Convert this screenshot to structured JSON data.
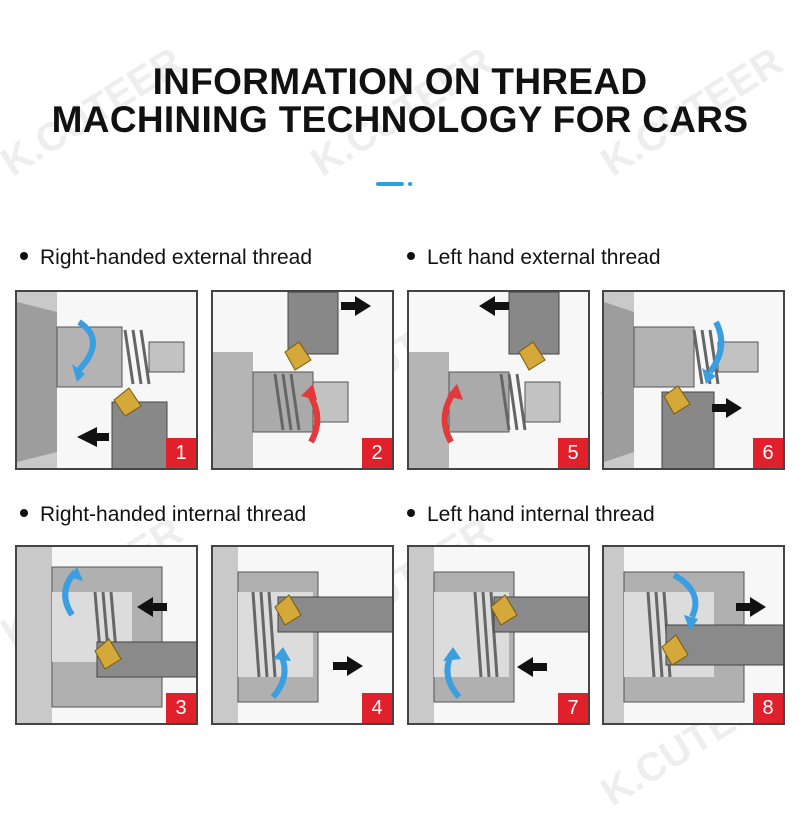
{
  "title": {
    "line1": "INFORMATION ON THREAD",
    "line2": "MACHINING TECHNOLOGY FOR CARS"
  },
  "watermark": "K.CUTEER",
  "sections": [
    {
      "heading": "Right-handed external thread"
    },
    {
      "heading": "Left hand external thread"
    },
    {
      "heading": "Right-handed internal thread"
    },
    {
      "heading": "Left hand internal thread"
    }
  ],
  "panels": [
    "1",
    "2",
    "5",
    "6",
    "3",
    "4",
    "7",
    "8"
  ],
  "colors": {
    "accent": "#2aa3dc",
    "badge": "#e0212b",
    "insert": "#d4a93a",
    "arrow_blue": "#3a9ee0",
    "arrow_red": "#e23a3a"
  }
}
